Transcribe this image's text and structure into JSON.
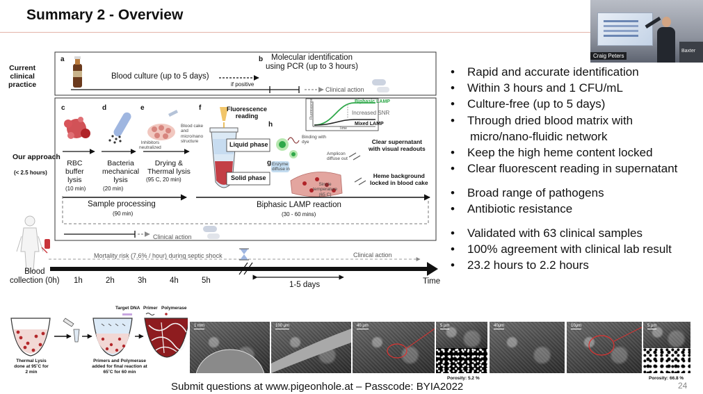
{
  "slide": {
    "title": "Summary 2 - Overview",
    "page_number": "24",
    "footer": "Submit questions at www.pigeonhole.at – Passcode: BYIA2022"
  },
  "webcam": {
    "presenter_name": "Craig Peters",
    "podium_text": "Baxter"
  },
  "figure": {
    "row_current": "Current\nclinical\npractice",
    "row_ours": "Our\napproach",
    "row_ours_note": "(< 2.5 hours)",
    "panels": {
      "a": "a",
      "b": "b",
      "c": "c",
      "d": "d",
      "e": "e",
      "f": "f",
      "g": "g",
      "h": "h"
    },
    "blood_culture": "Blood culture (up to 5 days)",
    "if_positive": "if positive",
    "molecular_id": "Molecular identification\nusing PCR (up to 3 hours)",
    "clinical_action_1": "Clinical action",
    "rbc": "RBC\nbuffer\nlysis",
    "rbc_time": "(10 min)",
    "bacteria": "Bacteria\nmechanical\nlysis",
    "bacteria_time": "(20 min)",
    "drying": "Drying &\nThermal lysis",
    "drying_time": "(95 C, 20 min)",
    "inhibitors": "Inhibitors\nneutralized",
    "blood_cake": "Blood cake\nand\nmicro/nano\nstructure",
    "fluorescence_reading": "Fluorescence\nreading",
    "liquid_phase": "Liquid phase",
    "solid_phase": "Solid phase",
    "biphasic_lamp_curve": "Biphasic LAMP",
    "increased_snr": "Increased SNR",
    "mixed_lamp": "Mixed LAMP",
    "fluorescence_axis": "Fluorescence",
    "time_axis": "Time",
    "binding_dye": "Binding with\ndye",
    "amplicon": "Amplicon\ndiffuse out",
    "enzyme": "Enzyme\ndiffuse in",
    "single_temp": "Single\ntemperature\n(65 C)",
    "clear_supernatant": "Clear supernatant\nwith visual readouts",
    "heme_background": "Heme background\nlocked in blood cake",
    "sample_processing": "Sample processing",
    "sample_processing_time": "(90 min)",
    "biphasic_reaction": "Biphasic LAMP reaction",
    "biphasic_reaction_time": "(30 - 60 mins)",
    "clinical_action_2": "Clinical action",
    "mortality": "Mortality risk (7.6% / hour) during septic shock",
    "clinical_action_3": "Clinical action",
    "blood_collection": "Blood\ncollection (0h)",
    "timeline_ticks": [
      "1h",
      "2h",
      "3h",
      "4h",
      "5h"
    ],
    "days": "1-5 days",
    "time_end": "Time"
  },
  "bullets": [
    {
      "text": "Rapid and accurate identification",
      "kind": "bullet"
    },
    {
      "text": "Within 3 hours and 1 CFU/mL",
      "kind": "bullet"
    },
    {
      "text": "Culture-free (up to 5 days)",
      "kind": "bullet"
    },
    {
      "text": "Through dried blood matrix with",
      "kind": "bullet"
    },
    {
      "text": "micro/nano-fluidic network",
      "kind": "cont"
    },
    {
      "text": "Keep the high heme content locked",
      "kind": "bullet"
    },
    {
      "text": "Clear fluorescent reading in supernatant",
      "kind": "bullet"
    },
    {
      "text": "",
      "kind": "gap"
    },
    {
      "text": "Broad range of pathogens",
      "kind": "bullet"
    },
    {
      "text": "Antibiotic resistance",
      "kind": "bullet"
    },
    {
      "text": "",
      "kind": "gap"
    },
    {
      "text": "Validated with 63 clinical samples",
      "kind": "bullet"
    },
    {
      "text": "100% agreement with clinical lab result",
      "kind": "bullet"
    },
    {
      "text": "23.2 hours to 2.2 hours",
      "kind": "bullet"
    }
  ],
  "bottom_strip": {
    "thermal_lysis": "Thermal Lysis\ndone at 95˚C for\n2 min",
    "primers_added": "Primers and Polymerase\nadded for final reaction at\n65˚C for 60 min",
    "target_dna": "Target DNA",
    "primer": "Primer",
    "polymerase": "Polymerase",
    "sem_scales": [
      "1 mm",
      "100 μm",
      "40 μm",
      "5 μm",
      "40μm",
      "10μm",
      "5 μm"
    ],
    "porosity_1": "Porosity: 5.2 %",
    "porosity_2": "Porosity: 66.8 %"
  },
  "colors": {
    "blood_red": "#b3282b",
    "lamp_green": "#2fa84a",
    "arrow_dark": "#111111",
    "dashed_grey": "#777777",
    "title_rule": "#e3b2a8"
  }
}
